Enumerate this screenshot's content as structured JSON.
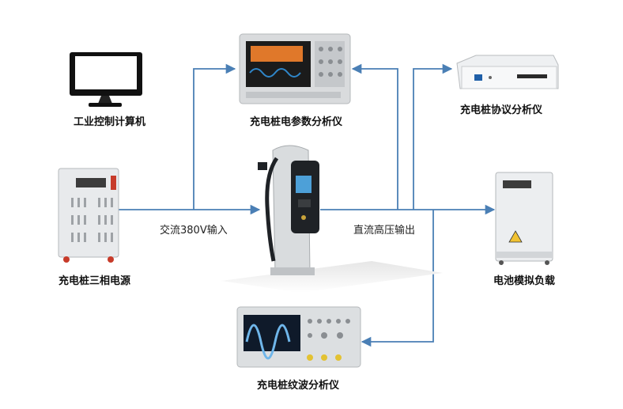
{
  "labels": {
    "ipc": "工业控制计算机",
    "power_analyzer": "充电桩电参数分析仪",
    "protocol_analyzer": "充电桩协议分析仪",
    "three_phase_source": "充电桩三相电源",
    "load": "电池模拟负载",
    "ripple_analyzer": "充电桩纹波分析仪"
  },
  "flows": {
    "ac_input": "交流380V输入",
    "dc_output": "直流高压输出"
  },
  "colors": {
    "arrow": "#4a7fb5",
    "bg": "#ffffff"
  }
}
